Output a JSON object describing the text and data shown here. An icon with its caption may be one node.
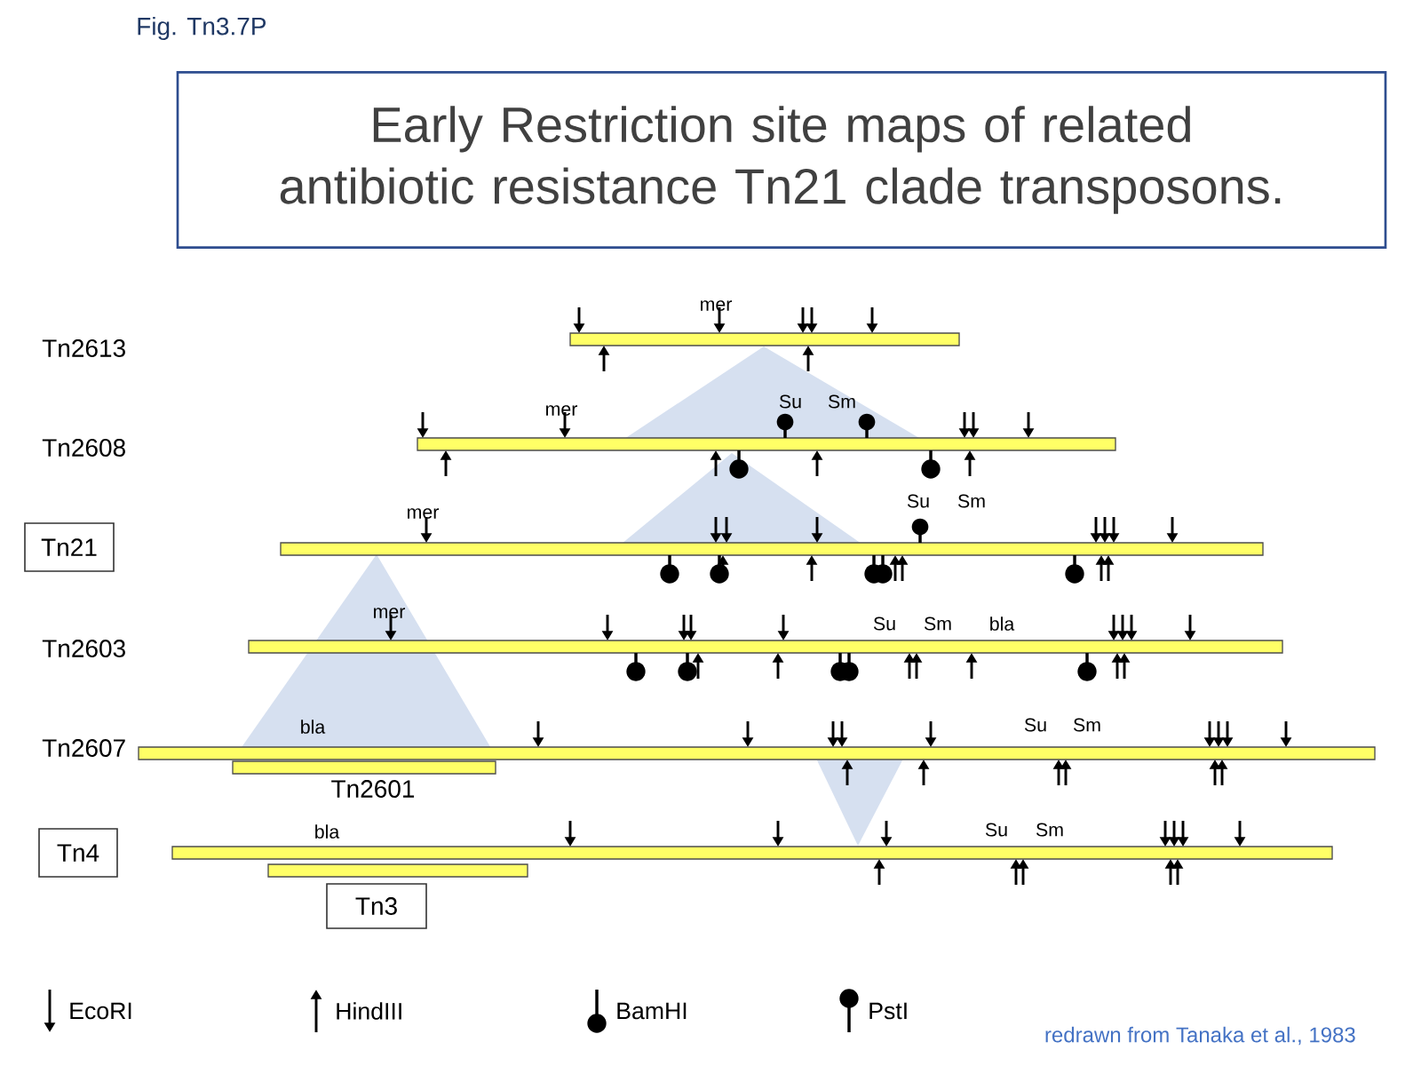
{
  "diagram": {
    "title": "Early Restriction site maps of related antibiotic resistance Tn21 clade transposons.",
    "caption": "redrawn from Tanaka et al., 1983",
    "nodes": [
      {
        "text": [
          "Tn21"
        ]
      },
      {
        "text": [
          "Tn4"
        ]
      },
      {
        "text": [
          "Tn3"
        ]
      }
    ],
    "labels": [
      "Fig. Tn3.7P",
      "Tn2613",
      "mer",
      "Tn2608",
      "mer",
      "Su",
      "Sm",
      "mer",
      "Su",
      "Sm",
      "Tn2603",
      "mer",
      "Su",
      "Sm",
      "bla",
      "bla",
      "Su",
      "Sm",
      "Tn2607",
      "Tn2601",
      "bla",
      "Su",
      "Sm"
    ],
    "legend": [
      {
        "text": "EcoRI"
      },
      {
        "text": "HindIII"
      },
      {
        "text": "BamHI"
      },
      {
        "text": "PstI"
      }
    ]
  }
}
